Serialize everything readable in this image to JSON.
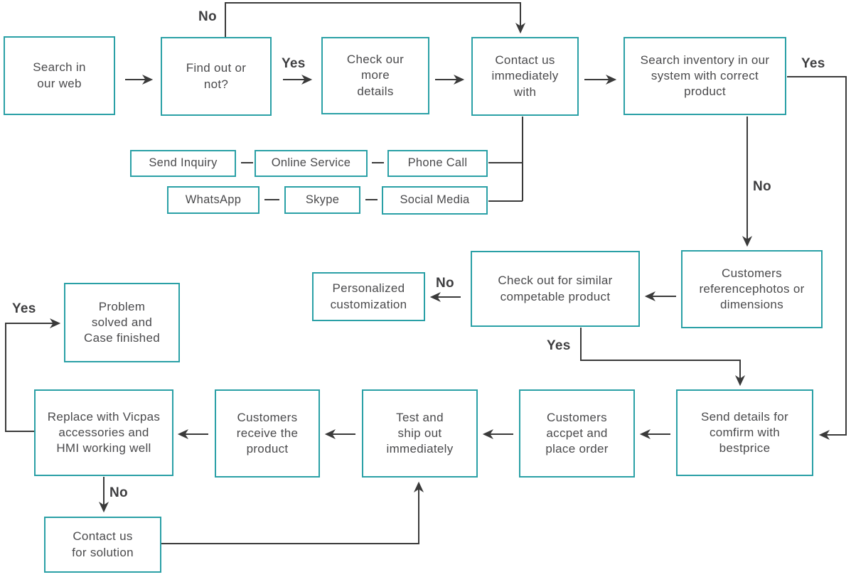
{
  "diagram": {
    "type": "flowchart",
    "colors": {
      "node_border": "#2AA0A6",
      "node_text": "#4A4A4C",
      "line": "#3A3A3A",
      "label_text": "#3E3E40",
      "background": "#FFFFFF"
    },
    "nodes": [
      {
        "id": "search-web",
        "label": "Search in our web"
      },
      {
        "id": "find-out",
        "label": "Find out or not?"
      },
      {
        "id": "check-details",
        "label": "Check our more details"
      },
      {
        "id": "contact-us",
        "label": "Contact us immediately with"
      },
      {
        "id": "search-inventory",
        "label": "Search inventory in our system with correct product"
      },
      {
        "id": "send-inquiry",
        "label": "Send Inquiry"
      },
      {
        "id": "online-service",
        "label": "Online Service"
      },
      {
        "id": "phone-call",
        "label": "Phone Call"
      },
      {
        "id": "whatsapp",
        "label": "WhatsApp"
      },
      {
        "id": "skype",
        "label": "Skype"
      },
      {
        "id": "social-media",
        "label": "Social Media"
      },
      {
        "id": "customers-reference",
        "label": "Customers referencephotos or dimensions"
      },
      {
        "id": "check-out",
        "label": "Check out for similar competable product"
      },
      {
        "id": "personalized",
        "label": "Personalized customization"
      },
      {
        "id": "problem-solved",
        "label": "Problem solved and Case finished"
      },
      {
        "id": "replace-vicpas",
        "label": "Replace with Vicpas accessories and HMI working well"
      },
      {
        "id": "customers-receive",
        "label": "Customers receive the product"
      },
      {
        "id": "test-ship",
        "label": "Test and ship out immediately"
      },
      {
        "id": "customers-accept",
        "label": "Customers accpet and place order"
      },
      {
        "id": "send-details",
        "label": "Send details for comfirm with bestprice"
      },
      {
        "id": "contact-solution",
        "label": "Contact us for solution"
      }
    ],
    "edge_labels": [
      {
        "id": "no-top",
        "text": "No"
      },
      {
        "id": "yes-top",
        "text": "Yes"
      },
      {
        "id": "yes-right",
        "text": "Yes"
      },
      {
        "id": "no-right",
        "text": "No"
      },
      {
        "id": "no-middle",
        "text": "No"
      },
      {
        "id": "yes-middle",
        "text": "Yes"
      },
      {
        "id": "yes-left",
        "text": "Yes"
      },
      {
        "id": "no-bottom",
        "text": "No"
      }
    ],
    "edges": [
      {
        "from": "search-web",
        "to": "find-out"
      },
      {
        "from": "find-out",
        "to": "contact-us",
        "label": "No"
      },
      {
        "from": "find-out",
        "to": "check-details",
        "label": "Yes"
      },
      {
        "from": "check-details",
        "to": "contact-us"
      },
      {
        "from": "contact-us",
        "to": "search-inventory"
      },
      {
        "from": "contact-us",
        "to": "send-inquiry"
      },
      {
        "from": "contact-us",
        "to": "online-service"
      },
      {
        "from": "contact-us",
        "to": "phone-call"
      },
      {
        "from": "contact-us",
        "to": "whatsapp"
      },
      {
        "from": "contact-us",
        "to": "skype"
      },
      {
        "from": "contact-us",
        "to": "social-media"
      },
      {
        "from": "search-inventory",
        "to": "send-details",
        "label": "Yes"
      },
      {
        "from": "search-inventory",
        "to": "customers-reference",
        "label": "No"
      },
      {
        "from": "customers-reference",
        "to": "check-out"
      },
      {
        "from": "check-out",
        "to": "personalized",
        "label": "No"
      },
      {
        "from": "check-out",
        "to": "send-details",
        "label": "Yes"
      },
      {
        "from": "send-details",
        "to": "customers-accept"
      },
      {
        "from": "customers-accept",
        "to": "test-ship"
      },
      {
        "from": "test-ship",
        "to": "customers-receive"
      },
      {
        "from": "customers-receive",
        "to": "replace-vicpas"
      },
      {
        "from": "replace-vicpas",
        "to": "problem-solved",
        "label": "Yes"
      },
      {
        "from": "replace-vicpas",
        "to": "contact-solution",
        "label": "No"
      },
      {
        "from": "contact-solution",
        "to": "test-ship"
      }
    ]
  }
}
